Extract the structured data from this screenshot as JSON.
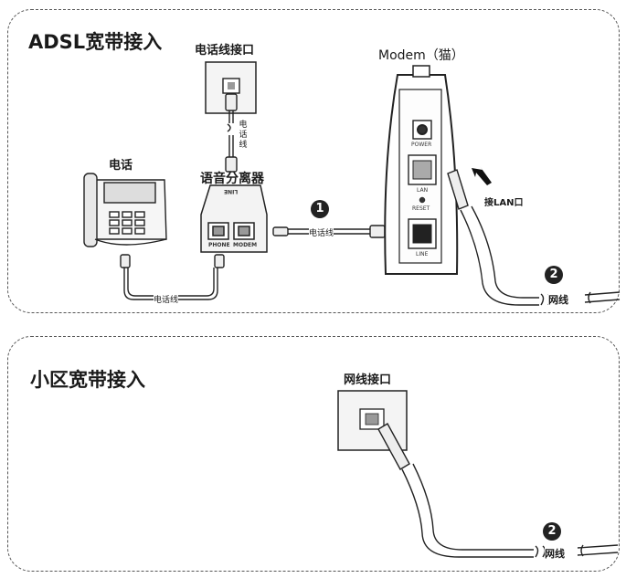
{
  "adsl": {
    "title": "ADSL宽带接入",
    "phone_jack_label": "电话线接口",
    "phone_label": "电话",
    "splitter_label": "语音分离器",
    "splitter_top_text": "LINE",
    "splitter_port_phone": "PHONE",
    "splitter_port_modem": "MODEM",
    "modem_label": "Modem（猫）",
    "modem_power": "POWER",
    "modem_lan": "LAN",
    "modem_reset": "RESET",
    "modem_line": "LINE",
    "vertical_cable_label": [
      "电",
      "话",
      "线"
    ],
    "cable_label_splitter_modem": "电话线",
    "cable_label_phone_splitter": "电话线",
    "step1": "1",
    "lan_hint": "接LAN口",
    "step2": "2",
    "net_cable_label": "网线"
  },
  "lan": {
    "title": "小区宽带接入",
    "jack_label": "网线接口",
    "step2": "2",
    "net_cable_label": "网线"
  }
}
